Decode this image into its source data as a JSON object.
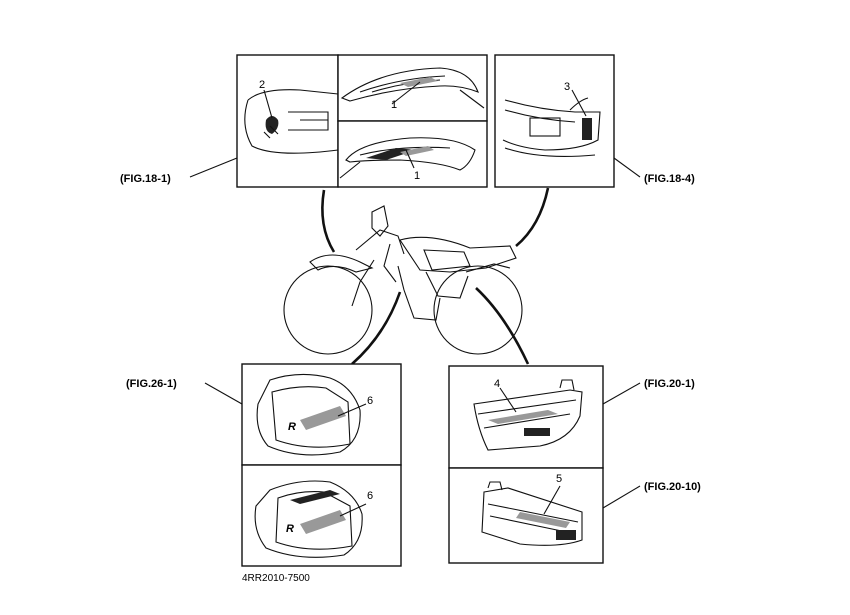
{
  "figures": {
    "fig18_1": "(FIG.18-1)",
    "fig18_4": "(FIG.18-4)",
    "fig26_1": "(FIG.26-1)",
    "fig20_1": "(FIG.20-1)",
    "fig20_10": "(FIG.20-10)"
  },
  "callouts": {
    "c1_top": "1",
    "c1_bottom": "1",
    "c2": "2",
    "c3": "3",
    "c4": "4",
    "c5": "5",
    "c6_top": "6",
    "c6_bottom": "6"
  },
  "part_number": "4RR2010-7500"
}
